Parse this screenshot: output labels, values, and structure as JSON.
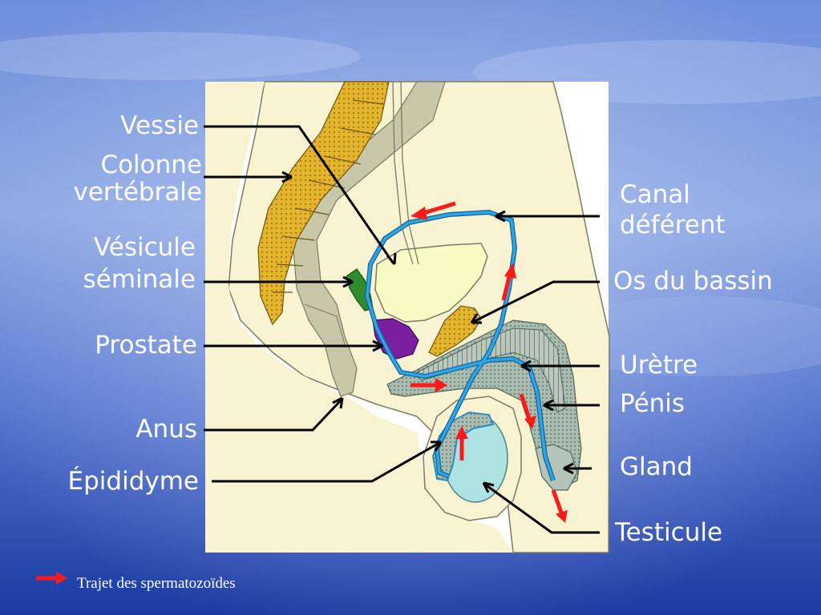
{
  "labels": {
    "vessie": "Vessie",
    "colonne_line1": "Colonne",
    "colonne_line2": "vertébrale",
    "vesicule_line1": "Vésicule",
    "vesicule_line2": "séminale",
    "prostate": "Prostate",
    "anus": "Anus",
    "epididyme": "Épididyme",
    "canal_line1": "Canal",
    "canal_line2": "déférent",
    "os_bassin": "Os du bassin",
    "uretre": "Urètre",
    "penis": "Pénis",
    "gland": "Gland",
    "testicule": "Testicule"
  },
  "legend": {
    "text": "Trajet des spermatozoïdes",
    "arrow_color": "#ff1a1a"
  },
  "colors": {
    "background_top": "#7f9ee2",
    "background_bottom": "#1d3fa8",
    "skin": "#faf3d2",
    "bladder": "#f8fbc4",
    "vertebrae": "#e0b31d",
    "seminal_vesicle": "#2e8b2e",
    "prostate": "#7a1fa0",
    "pelvic_bone": "#e5b23a",
    "penis_tissue": "#a5b8aa",
    "testicle": "#aee3e3",
    "vas_deferens": "#29a8e6",
    "pointer_lines": "#000000",
    "label_text": "#ffffff"
  }
}
